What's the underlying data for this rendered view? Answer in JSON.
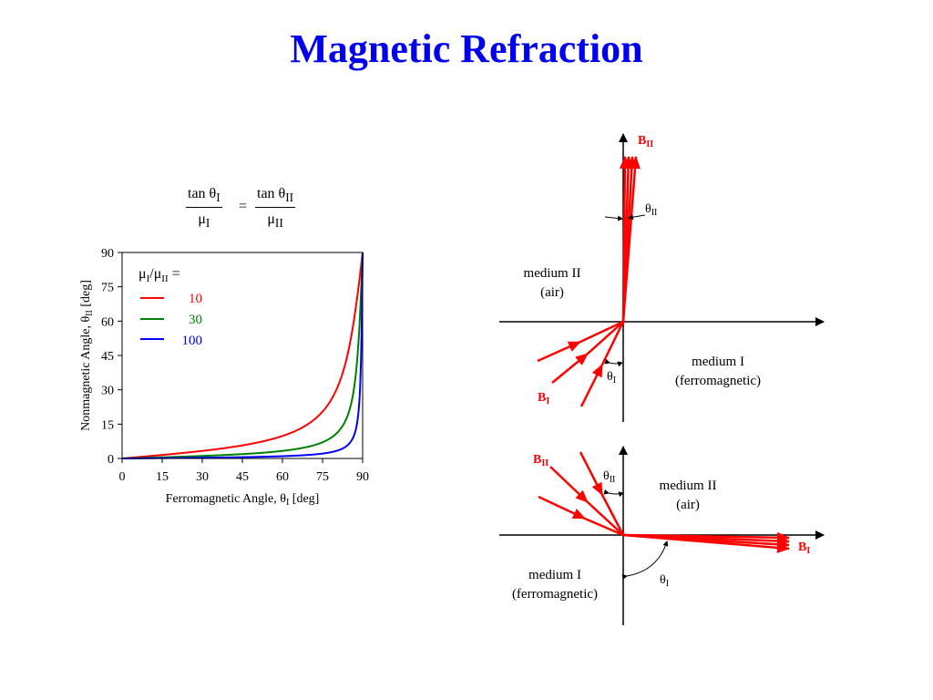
{
  "title": "Magnetic Refraction",
  "colors": {
    "title": "#0000ee",
    "red": "#ff0000",
    "green": "#008000",
    "blue": "#0000ff"
  },
  "formula": {
    "left_num": "tan θ",
    "left_num_sub": "I",
    "left_den": "μ",
    "left_den_sub": "I",
    "equals": "=",
    "right_num": "tan θ",
    "right_num_sub": "II",
    "right_den": "μ",
    "right_den_sub": "II"
  },
  "chart_data": {
    "type": "line",
    "xlabel": "Ferromagnetic Angle, θ",
    "xlabel_sub": "I",
    "xlabel_unit": " [deg]",
    "ylabel": "Nonmagnetic Angle, θ",
    "ylabel_sub": "II",
    "ylabel_unit": " [deg]",
    "xlim": [
      0,
      90
    ],
    "ylim": [
      0,
      90
    ],
    "xticks": [
      0,
      15,
      30,
      45,
      60,
      75,
      90
    ],
    "yticks": [
      0,
      15,
      30,
      45,
      60,
      75,
      90
    ],
    "legend_title": "μ",
    "legend_title_sub1": "I",
    "legend_title_mid": "/μ",
    "legend_title_sub2": "II",
    "legend_title_end": " =",
    "legend_position": "top-left",
    "series": [
      {
        "name": "10",
        "ratio": 10,
        "color": "#ff0000"
      },
      {
        "name": "30",
        "ratio": 30,
        "color": "#008000"
      },
      {
        "name": "100",
        "ratio": 100,
        "color": "#0000ff"
      }
    ]
  },
  "diagram_top": {
    "b2_label": "B",
    "b2_sub": "II",
    "theta2_label": "θ",
    "theta2_sub": "II",
    "medium2_line1": "medium II",
    "medium2_line2": "(air)",
    "medium1_line1": "medium I",
    "medium1_line2": "(ferromagnetic)",
    "theta1_label": "θ",
    "theta1_sub": "I",
    "b1_label": "B",
    "b1_sub": "I"
  },
  "diagram_bottom": {
    "b2_label": "B",
    "b2_sub": "II",
    "theta2_label": "θ",
    "theta2_sub": "II",
    "medium2_line1": "medium II",
    "medium2_line2": "(air)",
    "b1_label": "B",
    "b1_sub": "I",
    "medium1_line1": "medium I",
    "medium1_line2": "(ferromagnetic)",
    "theta1_label": "θ",
    "theta1_sub": "I"
  }
}
